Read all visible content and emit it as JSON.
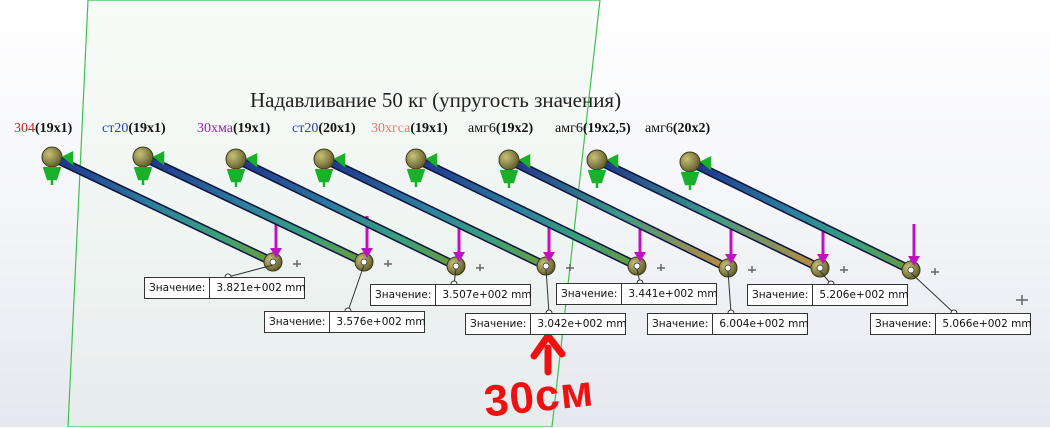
{
  "title": "Надавливание 50 кг (упругость значения)",
  "rods": [
    {
      "material": "304",
      "dim": "(19x1)",
      "color": "#cc2222"
    },
    {
      "material": "ст20",
      "dim": "(19x1)",
      "color": "#2a3fb0"
    },
    {
      "material": "30хма",
      "dim": "(19x1)",
      "color": "#9a1fb0"
    },
    {
      "material": "ст20",
      "dim": "(20x1)",
      "color": "#2a3fb0"
    },
    {
      "material": "30хгса",
      "dim": "(19x1)",
      "color": "#ee7766"
    },
    {
      "material": "амг6",
      "dim": "(19x2)",
      "color": "#111111"
    },
    {
      "material": "амг6",
      "dim": "(19x2,5)",
      "color": "#111111"
    },
    {
      "material": "амг6",
      "dim": "(20x2)",
      "color": "#111111"
    }
  ],
  "value_key": "Значение:",
  "values": [
    "3.821e+002 mm",
    "3.576e+002 mm",
    "3.507e+002 mm",
    "3.042e+002 mm",
    "3.441e+002 mm",
    "6.004e+002 mm",
    "5.206e+002 mm",
    "5.066e+002 mm"
  ],
  "annotation": "30см"
}
